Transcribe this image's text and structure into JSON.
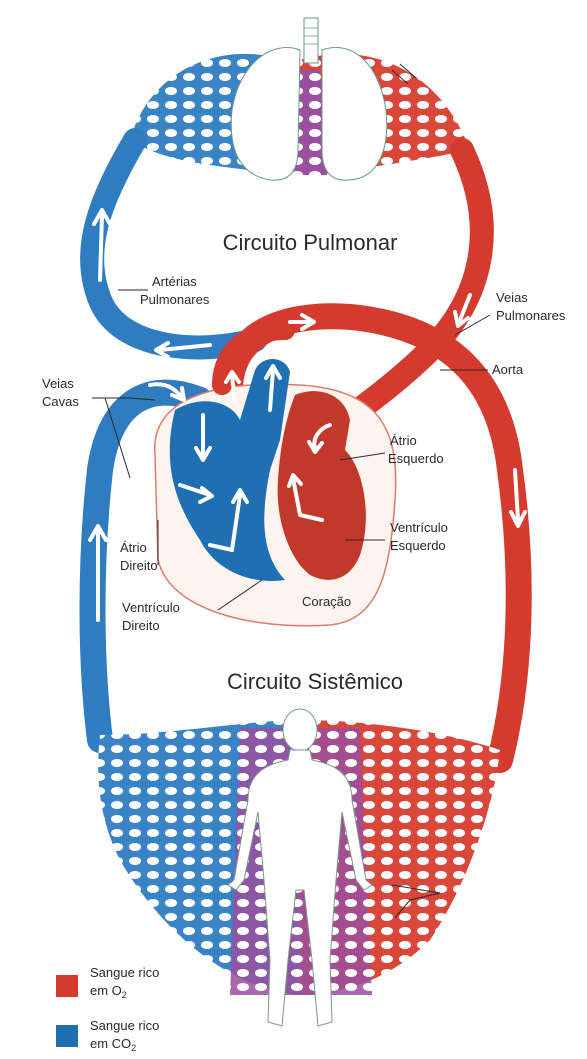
{
  "titles": {
    "pulmonary": "Circuito Pulmonar",
    "systemic": "Circuito Sistêmico"
  },
  "labels": {
    "arteries_1": "Artérias",
    "arteries_2": "Pulmonares",
    "veins_pulm_1": "Veias",
    "veins_pulm_2": "Pulmonares",
    "aorta": "Aorta",
    "cavas_1": "Veias",
    "cavas_2": "Cavas",
    "left_atrium_1": "Átrio",
    "left_atrium_2": "Esquerdo",
    "right_atrium_1": "Átrio",
    "right_atrium_2": "Direito",
    "left_ventricle_1": "Ventrículo",
    "left_ventricle_2": "Esquerdo",
    "right_ventricle_1": "Ventrículo",
    "right_ventricle_2": "Direito",
    "heart": "Coração"
  },
  "legend": {
    "oxygen_rich_1": "Sangue rico",
    "oxygen_rich_2": "em O",
    "oxygen_rich_sub": "2",
    "co2_rich_1": "Sangue rico",
    "co2_rich_2": "em CO",
    "co2_rich_sub": "2"
  },
  "colors": {
    "oxygen_rich": "#d43a2e",
    "co2_rich": "#1f6fb3",
    "mixed": "#9b4f9f"
  }
}
